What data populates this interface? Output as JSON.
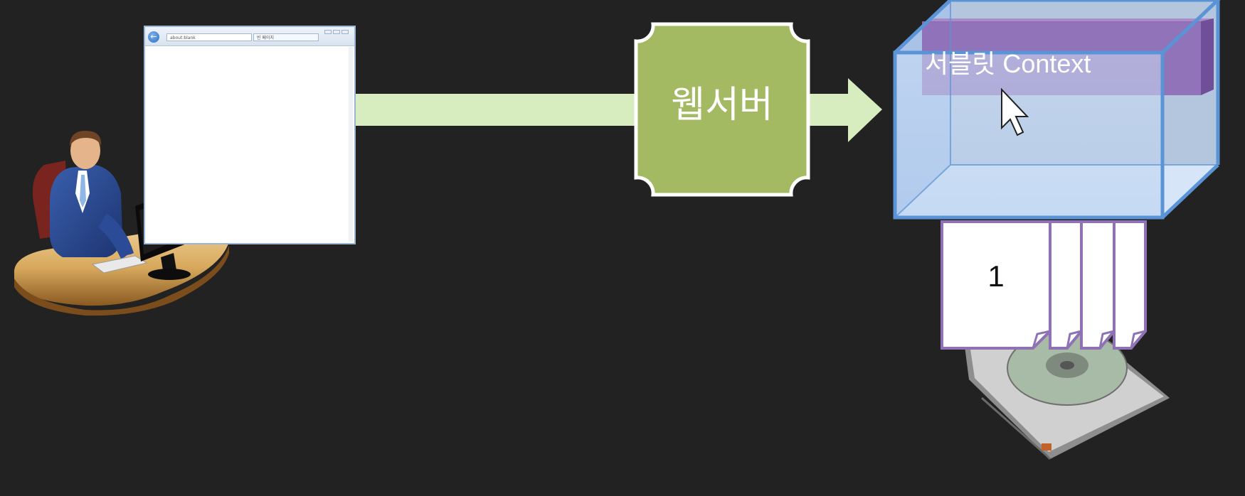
{
  "browser": {
    "address_text": "about:blank",
    "tab_text": "빈 페이지"
  },
  "web_server": {
    "label": "웹서버"
  },
  "servlet_context": {
    "label": "서블릿 Context"
  },
  "storage": {
    "page_number": "1"
  },
  "colors": {
    "background": "#222222",
    "arrow": "#d7ecbf",
    "server_box": "#a3b962",
    "context_box_border": "#5b94d6",
    "context_inner": "#8d6bb4",
    "page_border": "#8e72b5"
  }
}
